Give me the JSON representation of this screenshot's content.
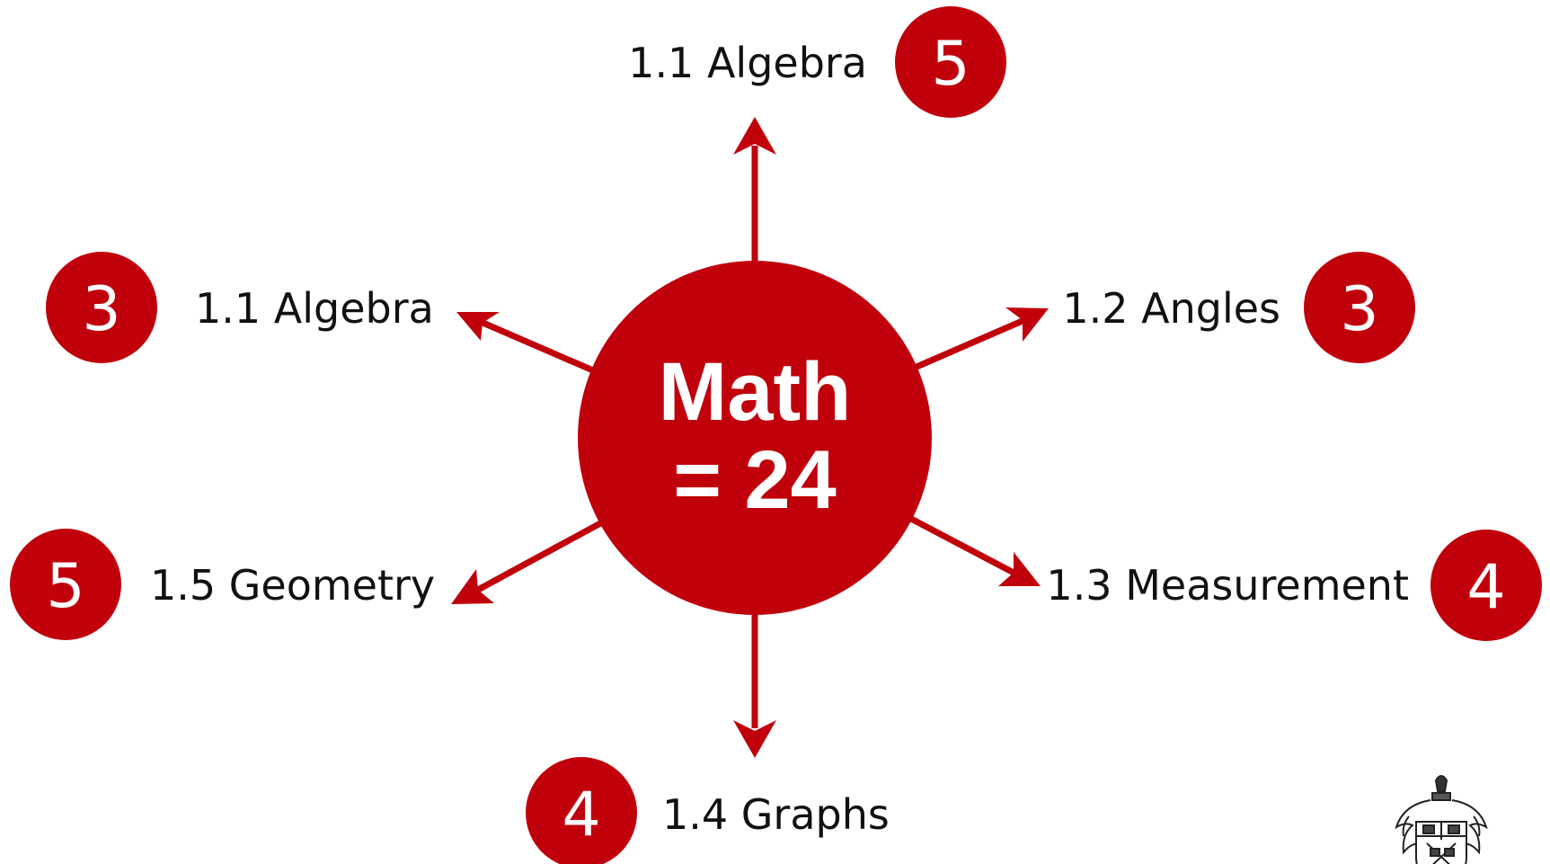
{
  "colors": {
    "accent": "#c0000b",
    "text": "#111111",
    "background": "#ffffff"
  },
  "center": {
    "line1": "Math",
    "line2": "= 24"
  },
  "topics": [
    {
      "id": "top",
      "label": "1.1 Algebra",
      "count": "5"
    },
    {
      "id": "upper-left",
      "label": "1.1 Algebra",
      "count": "3"
    },
    {
      "id": "upper-right",
      "label": "1.2 Angles",
      "count": "3"
    },
    {
      "id": "lower-left",
      "label": "1.5 Geometry",
      "count": "5"
    },
    {
      "id": "lower-right",
      "label": "1.3 Measurement",
      "count": "4"
    },
    {
      "id": "bottom",
      "label": "1.4 Graphs",
      "count": "4"
    }
  ],
  "logo": {
    "icon": "school-crest-icon"
  }
}
